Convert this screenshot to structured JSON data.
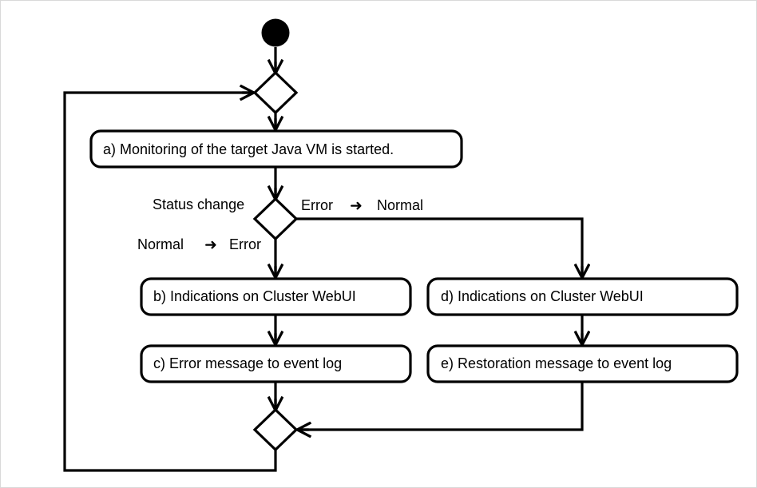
{
  "diagram": {
    "type": "uml-activity-diagram",
    "title": "",
    "colors": {
      "stroke": "#000000",
      "fill": "#ffffff",
      "frame": "#d9d9d9"
    },
    "start_node": {
      "name": "initial-node",
      "shape": "filled-circle"
    },
    "nodes": [
      {
        "id": "a",
        "label": "a) Monitoring of the target Java VM is started.",
        "shape": "rounded-rect"
      },
      {
        "id": "b",
        "label": "b) Indications on Cluster WebUI",
        "shape": "rounded-rect"
      },
      {
        "id": "c",
        "label": "c) Error message to event log",
        "shape": "rounded-rect"
      },
      {
        "id": "d",
        "label": "d) Indications on Cluster WebUI",
        "shape": "rounded-rect"
      },
      {
        "id": "e",
        "label": "e) Restoration message to event log",
        "shape": "rounded-rect"
      }
    ],
    "decisions": [
      {
        "id": "merge-top",
        "shape": "diamond"
      },
      {
        "id": "decision-status",
        "shape": "diamond"
      },
      {
        "id": "merge-bottom",
        "shape": "diamond"
      }
    ],
    "edge_labels": {
      "guard_title": "Status change",
      "branch_left": {
        "from": "Normal",
        "arrow": "➜",
        "to": "Error"
      },
      "branch_right": {
        "from": "Error",
        "arrow": "➜",
        "to": "Normal"
      }
    }
  }
}
